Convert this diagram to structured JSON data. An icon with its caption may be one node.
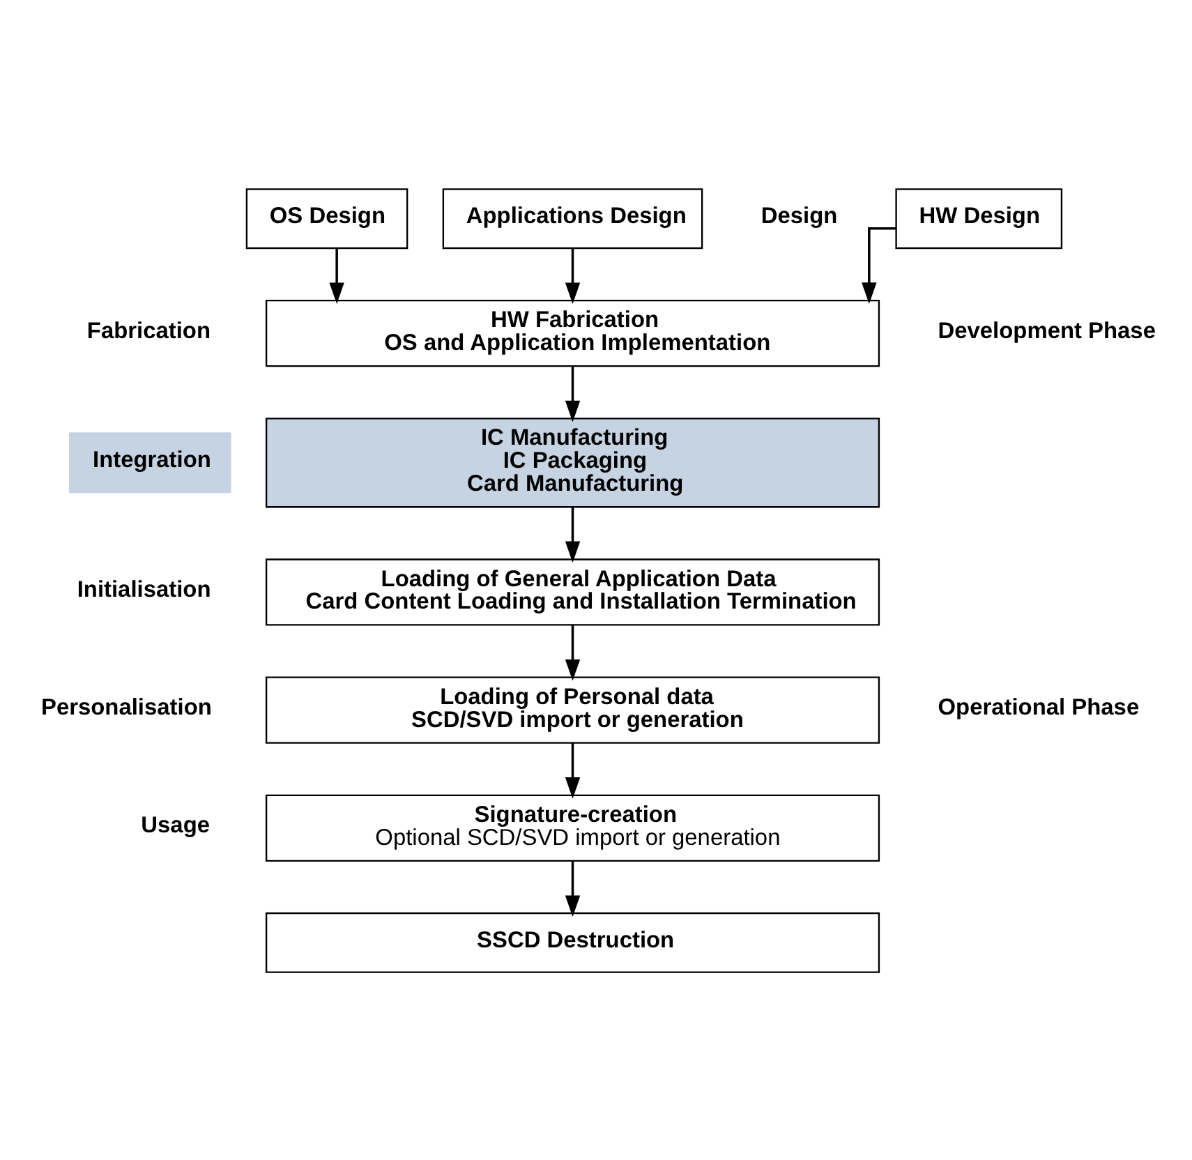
{
  "diagram": {
    "nodes": [
      {
        "text": [
          "HW Design"
        ]
      },
      {
        "text": [
          "OS Design"
        ]
      },
      {
        "text": [
          "Applications Design"
        ]
      },
      {
        "text": [
          "HW Fabrication",
          "OS and Application Implementation"
        ]
      },
      {
        "text": [
          "Integration"
        ]
      },
      {
        "text": [
          "IC Manufacturing",
          "IC Packaging",
          "Card Manufacturing"
        ]
      },
      {
        "text": [
          "Loading of General Application Data",
          "Card Content Loading and Installation Termination"
        ]
      },
      {
        "text": [
          "Loading of Personal data",
          "SCD/SVD import or generation"
        ]
      },
      {
        "text": [
          "Signature-creation",
          "Optional SCD/SVD import or generation"
        ]
      },
      {
        "text": [
          "SSCD Destruction"
        ]
      }
    ],
    "edges": [
      {
        "from": 0,
        "to": 3,
        "arrow": "to"
      },
      {
        "from": 1,
        "to": 3,
        "arrow": "to"
      },
      {
        "from": 2,
        "to": 3,
        "arrow": "to"
      },
      {
        "from": 3,
        "to": 5,
        "arrow": "to"
      },
      {
        "from": 5,
        "to": 6,
        "arrow": "to"
      },
      {
        "from": 6,
        "to": 7,
        "arrow": "to"
      },
      {
        "from": 7,
        "to": 8,
        "arrow": "to"
      },
      {
        "from": 8,
        "to": 9,
        "arrow": "to"
      }
    ],
    "labels": [
      "Design",
      "Fabrication",
      "Development Phase",
      "Initialisation",
      "Personalisation",
      "Operational Phase",
      "Usage"
    ]
  }
}
